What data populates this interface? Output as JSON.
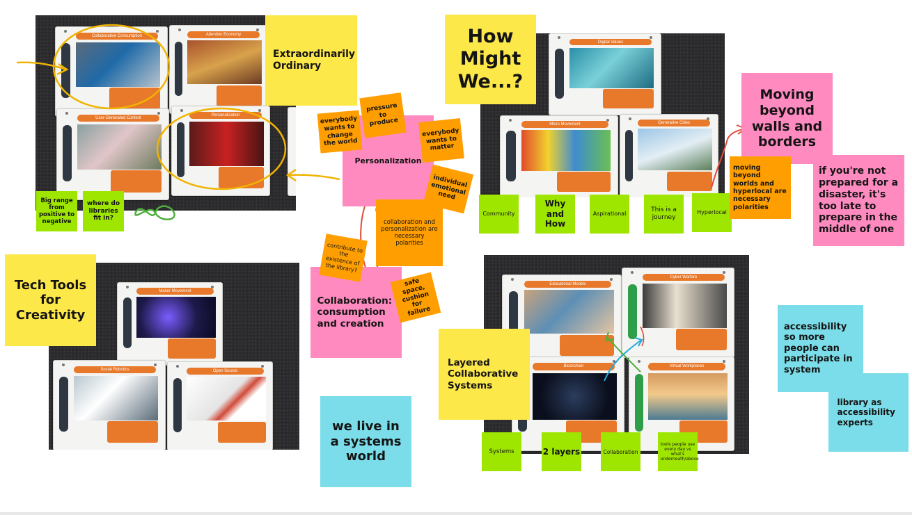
{
  "board": {
    "notes": {
      "extraordinarily": "Extraordinarily Ordinary",
      "how_might_we": "How Might We...?",
      "moving_beyond": "Moving beyond walls and borders",
      "not_prepared": "if you're not prepared for a disaster, it's too late to prepare in the middle of one",
      "big_range": "Big range from positive to negative",
      "where_libraries": "where do libraries fit in?",
      "everybody_change": "everybody wants to change the world",
      "pressure": "pressure to produce",
      "everybody_matter": "everybody wants to matter",
      "personalization": "Personalization",
      "individual_need": "individual emotional need",
      "collab_polarities": "collaboration and personalization are necessary polarities",
      "contribute": "contribute to the existence of the library?",
      "collab_consumption": "Collaboration: consumption and creation",
      "safe_space": "safe space, cushion for failure",
      "community": "Community",
      "why_how": "Why and How",
      "aspirational": "Aspirational",
      "journey": "This is a journey",
      "hyperlocal": "Hyperlocal",
      "moving_worlds": "moving beyond worlds and hyperlocal are necessary polarities",
      "tech_tools": "Tech Tools for Creativity",
      "layered": "Layered Collaborative Systems",
      "systems_world": "we live in a systems world",
      "systems": "Systems",
      "two_layers": "2 layers",
      "collaboration": "Collaboration",
      "tools_people": "tools people use every day vs what's underneath/above",
      "accessibility": "accessibility so more people can participate in system",
      "library_experts": "library as accessibility experts"
    },
    "cards": {
      "collaborative_consumption": "Collaborative Consumption",
      "attention_economy": "Attention Economy",
      "user_generated": "User-Generated Content",
      "personalization_card": "Personalization",
      "digital_values": "Digital Values",
      "micro_movement": "Micro Movement",
      "generative_cities": "Generative Cities",
      "maker_movement": "Maker Movement",
      "social_robotics": "Social Robotics",
      "open_source": "Open Source",
      "educational_models": "Educational Models",
      "cyber_warfare": "Cyber Warfare",
      "blockchain": "Blockchain",
      "virtual_workplaces": "Virtual Workplaces"
    },
    "colors": {
      "yellow": "#fde84a",
      "pink": "#ff8ac0",
      "orange": "#ff9e00",
      "green": "#9ee600",
      "cyan": "#7bdde9",
      "ink_yellow": "#f0b400",
      "ink_red": "#e04a3a",
      "ink_green": "#4fae3c",
      "ink_blue": "#1ea9dc"
    }
  }
}
